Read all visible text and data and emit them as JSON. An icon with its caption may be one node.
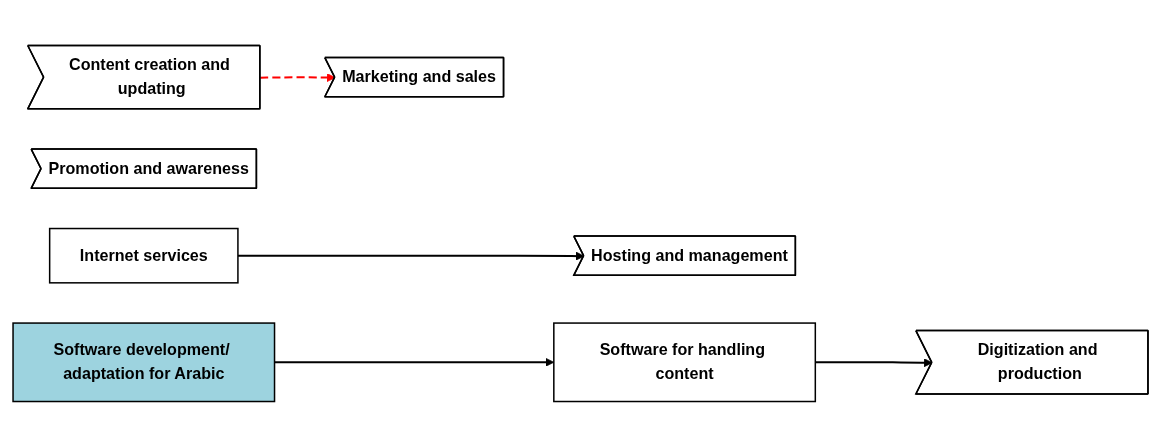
{
  "diagram": {
    "nodes": [
      {
        "text": [
          "Content creation and updating"
        ]
      },
      {
        "text": [
          "Digitization and production"
        ]
      },
      {
        "text": [
          "Hosting and management"
        ]
      },
      {
        "text": [
          "Promotion and awareness"
        ]
      },
      {
        "text": [
          "Marketing and sales"
        ]
      },
      {
        "text": [
          "Software for handling content"
        ]
      },
      {
        "text": [
          "Internet services"
        ]
      },
      {
        "text": [
          "Software development/ adaptation for Arabic"
        ]
      }
    ],
    "edges": [
      {
        "from": 0,
        "to": 4,
        "arrow": "to",
        "style": "dashed",
        "color": "#ff0000"
      },
      {
        "from": 5,
        "to": 1,
        "arrow": "to"
      },
      {
        "from": 6,
        "to": 2,
        "arrow": "to"
      },
      {
        "from": 7,
        "to": 5,
        "arrow": "to"
      }
    ]
  }
}
